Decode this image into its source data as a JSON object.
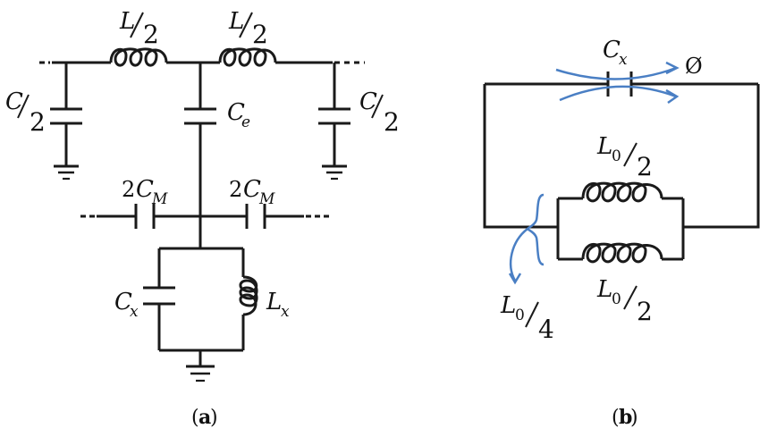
{
  "diagram_a": {
    "caption_open": "(",
    "caption_letter": "a",
    "caption_close": ")",
    "top_left_inductor": {
      "symbol": "L",
      "denominator": "2"
    },
    "top_right_inductor": {
      "symbol": "L",
      "denominator": "2"
    },
    "left_shunt_capacitor": {
      "symbol": "C",
      "denominator": "2"
    },
    "right_shunt_capacitor": {
      "symbol": "C",
      "denominator": "2"
    },
    "center_capacitor": {
      "symbol": "C",
      "subscript": "e"
    },
    "left_coupling_capacitor": {
      "prefix": "2",
      "symbol": "C",
      "subscript": "M"
    },
    "right_coupling_capacitor": {
      "prefix": "2",
      "symbol": "C",
      "subscript": "M"
    },
    "resonator_capacitor": {
      "symbol": "C",
      "subscript": "x"
    },
    "resonator_inductor": {
      "symbol": "L",
      "subscript": "x"
    }
  },
  "diagram_b": {
    "caption_open": "(",
    "caption_letter": "b",
    "caption_close": ")",
    "capacitor": {
      "symbol": "C",
      "subscript": "x"
    },
    "flux_symbol": "Ø",
    "upper_inductor": {
      "symbol": "L",
      "subscript": "0",
      "denominator": "2"
    },
    "lower_inductor": {
      "symbol": "L",
      "subscript": "0",
      "denominator": "2"
    },
    "equivalent": {
      "symbol": "L",
      "subscript": "0",
      "denominator": "4"
    }
  },
  "colors": {
    "wire": "#1a1a1a",
    "annotation": "#4a7fc4"
  }
}
